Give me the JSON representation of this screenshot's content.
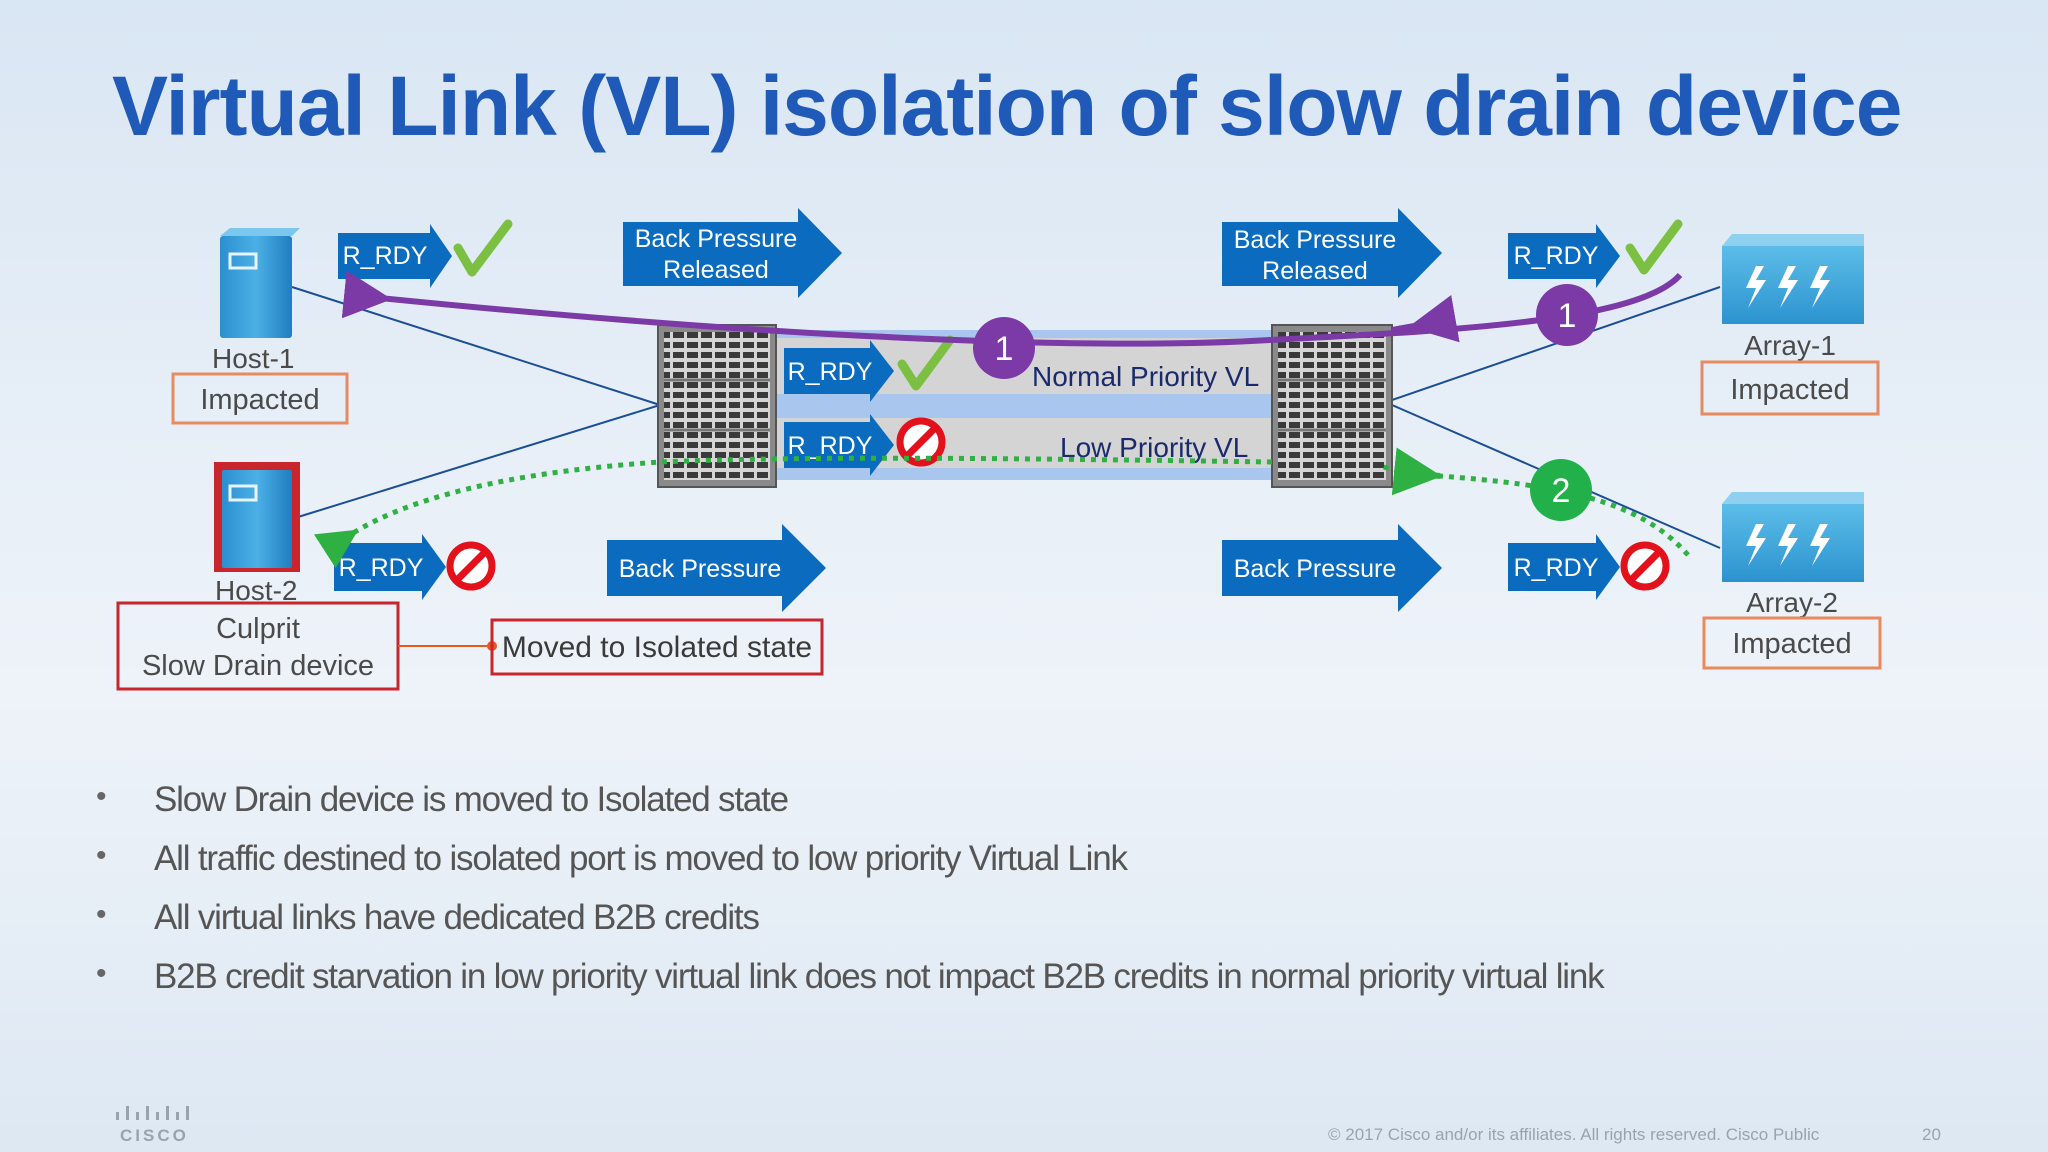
{
  "title": "Virtual Link (VL) isolation of slow drain device",
  "colors": {
    "title": "#1f5ab8",
    "arrow_blue": "#0a6bbf",
    "purple": "#7b3aa6",
    "green": "#2fb043",
    "no_red": "#e3111b",
    "orange_box": "#e98a5e",
    "red_box": "#c9252c"
  },
  "devices": {
    "host1": {
      "name": "Host-1",
      "status": "Impacted",
      "icon": "server-icon"
    },
    "host2": {
      "name": "Host-2",
      "status_line1": "Culprit",
      "status_line2": "Slow Drain device",
      "icon": "server-icon"
    },
    "array1": {
      "name": "Array-1",
      "status": "Impacted",
      "icon": "storage-array-icon"
    },
    "array2": {
      "name": "Array-2",
      "status": "Impacted",
      "icon": "storage-array-icon"
    },
    "left_switch": {
      "icon": "switch-chassis-icon"
    },
    "right_switch": {
      "icon": "switch-chassis-icon"
    }
  },
  "arrows": {
    "r_rdy": "R_RDY",
    "bp_released_line1": "Back Pressure",
    "bp_released_line2": "Released",
    "back_pressure": "Back Pressure"
  },
  "links": {
    "normal_vl": "Normal Priority VL",
    "low_vl": "Low Priority VL"
  },
  "markers": {
    "one": "1",
    "two": "2"
  },
  "callout": "Moved to Isolated state",
  "bullets": [
    "Slow Drain device is moved to Isolated state",
    "All traffic destined to isolated port is moved to low priority Virtual Link",
    "All virtual links have dedicated B2B credits",
    "B2B credit starvation in low priority virtual link does not impact B2B credits in normal priority virtual link"
  ],
  "footer": {
    "copyright": "© 2017  Cisco and/or its affiliates. All rights reserved.   Cisco Public",
    "page": "20",
    "logo_text": "CISCO"
  }
}
